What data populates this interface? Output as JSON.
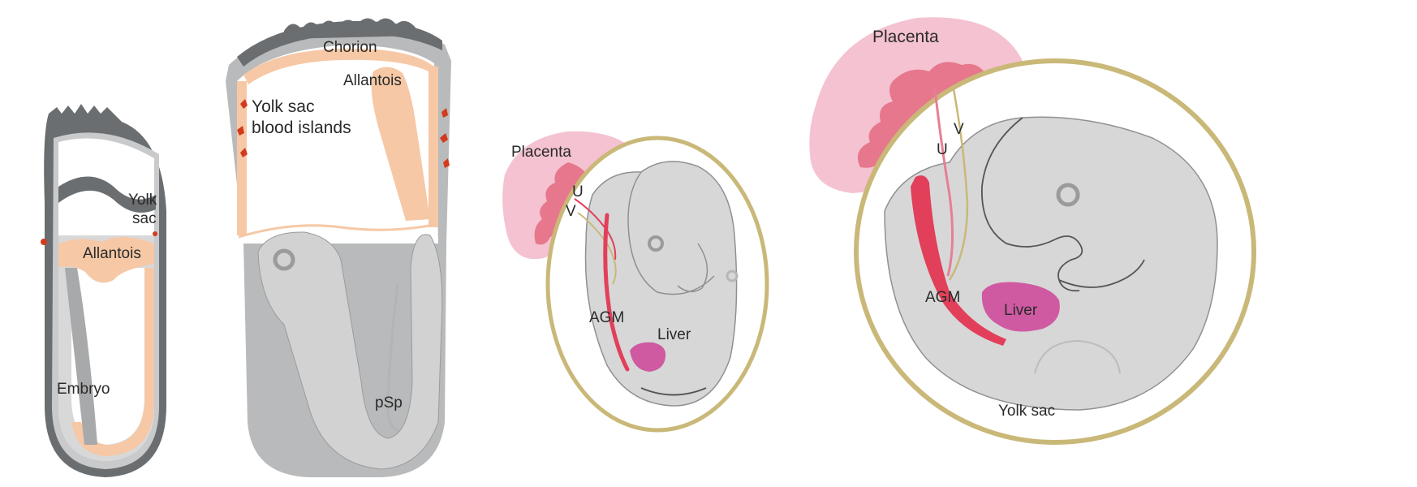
{
  "panel_1": {
    "labels": {
      "yolk_line1": "Yolk",
      "yolk_line2": "sac",
      "allantois": "Allantois",
      "embryo": "Embryo"
    }
  },
  "panel_2": {
    "labels": {
      "chorion": "Chorion",
      "allantois": "Allantois",
      "blood_islands_line1": "Yolk sac",
      "blood_islands_line2": "blood islands",
      "psp": "pSp"
    }
  },
  "panel_3": {
    "labels": {
      "placenta": "Placenta",
      "u": "U",
      "v": "V",
      "agm": "AGM",
      "liver": "Liver"
    }
  },
  "panel_4": {
    "labels": {
      "placenta": "Placenta",
      "u": "U",
      "v": "V",
      "agm": "AGM",
      "liver": "Liver",
      "yolk_sac": "Yolk sac"
    }
  },
  "colors": {
    "dark_gray": "#6b6e70",
    "light_gray": "#c9cacb",
    "tissue_gray": "#dcdcdd",
    "allantois_peach": "#f6c8a6",
    "blood_red": "#d23a1c",
    "placenta_pink": "#f4c2d0",
    "placenta_dark": "#e6778c",
    "artery_red": "#e2405a",
    "liver_magenta": "#cf5aa2",
    "yolk_sac_outline": "#c9b878"
  }
}
